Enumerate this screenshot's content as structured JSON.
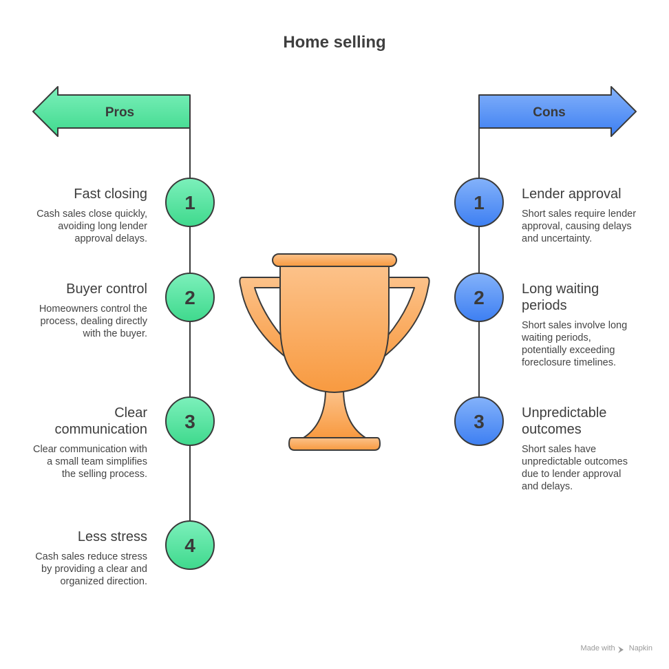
{
  "title": "Home selling",
  "pros": {
    "label": "Pros",
    "color": "#5EE8A5",
    "items": [
      {
        "number": "1",
        "title": "Fast closing",
        "description": "Cash sales close quickly, avoiding long lender approval delays."
      },
      {
        "number": "2",
        "title": "Buyer control",
        "description": "Homeowners control the process, dealing directly with the buyer."
      },
      {
        "number": "3",
        "title": "Clear communication",
        "description": "Clear communication with a small team simplifies the selling process."
      },
      {
        "number": "4",
        "title": "Less stress",
        "description": "Cash sales reduce stress by providing a clear and organized direction."
      }
    ]
  },
  "cons": {
    "label": "Cons",
    "color": "#5B95F7",
    "items": [
      {
        "number": "1",
        "title": "Lender approval",
        "description": "Short sales require lender approval, causing delays and uncertainty."
      },
      {
        "number": "2",
        "title": "Long waiting periods",
        "description": "Short sales involve long waiting periods, potentially exceeding foreclosure timelines."
      },
      {
        "number": "3",
        "title": "Unpredictable outcomes",
        "description": "Short sales have unpredictable outcomes due to lender approval and delays."
      }
    ]
  },
  "center_icon": "trophy-icon",
  "trophy_color": "#F9A857",
  "footer": {
    "text": "Made with",
    "brand": "Napkin",
    "logo_icon": "napkin-logo-icon"
  }
}
